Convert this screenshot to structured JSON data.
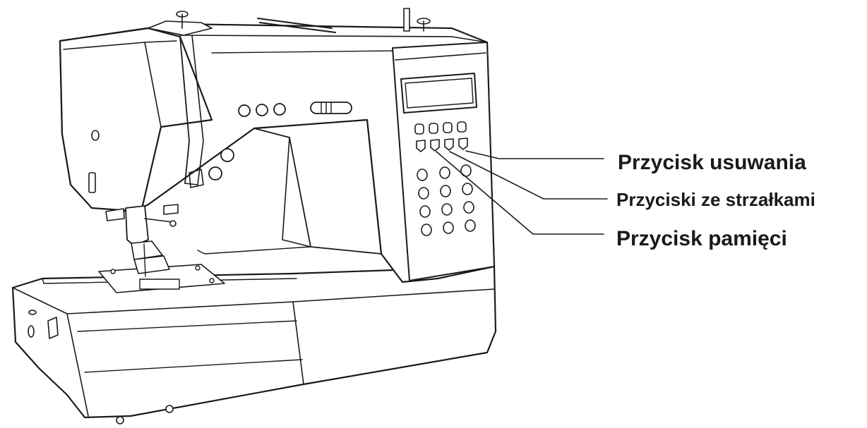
{
  "callouts": [
    {
      "id": "delete",
      "label": "Przycisk usuwania"
    },
    {
      "id": "arrows",
      "label": "Przyciski ze strzałkami"
    },
    {
      "id": "memory",
      "label": "Przycisk pamięci"
    }
  ],
  "colors": {
    "line": "#1a1a1a",
    "background": "#ffffff"
  }
}
